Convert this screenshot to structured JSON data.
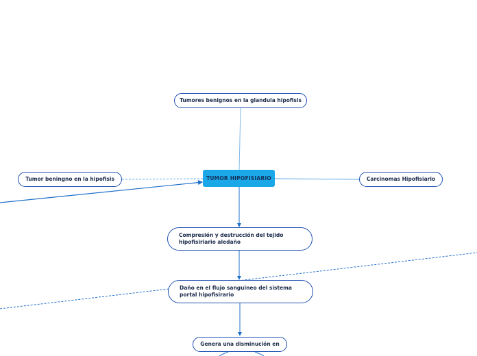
{
  "map": {
    "central": {
      "label": "TUMOR HIPOFISIARIO"
    },
    "top": {
      "label": "Tumores benignos en la glandula hipofisis"
    },
    "left": {
      "label": "Tumor beningno en la hipofisis"
    },
    "right": {
      "label": "Carcinomas Hipofisiario"
    },
    "compresion": {
      "line1": "Compresión y destrucción del tejido",
      "line2": "hipofisiriario  aledaño"
    },
    "dano": {
      "line1": "Daño en el flujo sanguineo del sistema",
      "line2": "portal hipofisirario"
    },
    "genera": {
      "label": "Genera una disminución en"
    }
  },
  "colors": {
    "node_border": "#1f4fb0",
    "central_fill": "#1ba8e8",
    "connector": "#1f6fc8",
    "light_connector": "#5aa8e6"
  }
}
